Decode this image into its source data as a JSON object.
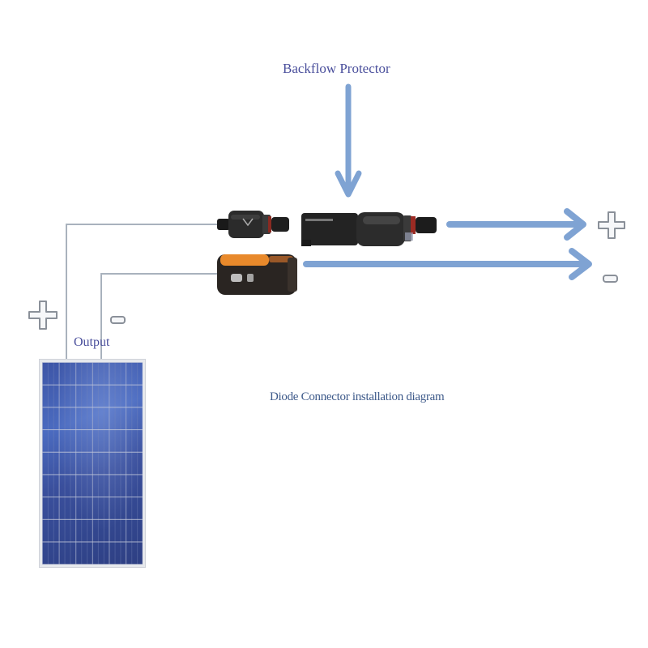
{
  "diagram": {
    "title": "Backflow Protector",
    "caption": "Diode Connector installation  diagram",
    "panel_label": "Output",
    "signs": {
      "panel_positive": "+",
      "panel_negative": "-",
      "output_positive": "+",
      "output_negative": "-"
    },
    "components": [
      {
        "name": "solar-panel",
        "label": "Output"
      },
      {
        "name": "male-connector-positive"
      },
      {
        "name": "female-connector-negative"
      },
      {
        "name": "backflow-protector-diode",
        "label": "Backflow Protector"
      }
    ],
    "colors": {
      "arrow": "#7fa3d3",
      "text": "#4a4f9c",
      "wire": "#a9b2bd",
      "panel": "#3d55a6",
      "connector_orange": "#e8892b"
    }
  }
}
